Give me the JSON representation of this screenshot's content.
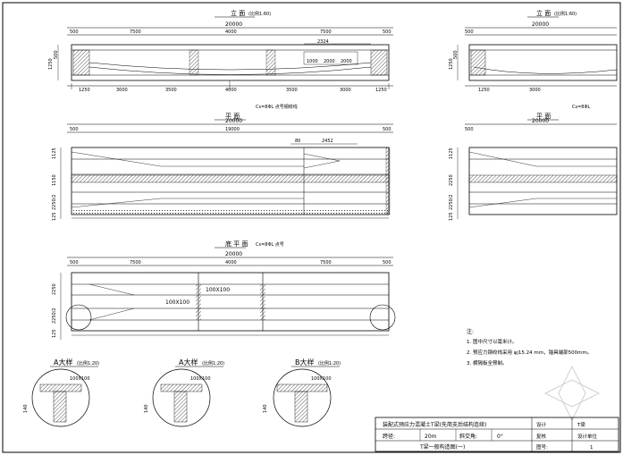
{
  "views": {
    "elevation_top": {
      "title": "立 面",
      "subtitle": "(比例1:60)",
      "overall": "20000",
      "segments": [
        "500",
        "7500",
        "4000",
        "7500",
        "500"
      ],
      "bottom_dims": [
        "1250",
        "3000",
        "3500",
        "4000",
        "3500",
        "3000",
        "1250"
      ],
      "sub_dim": "2324",
      "height_dims": [
        "1250",
        "500"
      ],
      "mid_dims": [
        "1000",
        "2000",
        "2000"
      ]
    },
    "plan_top": {
      "title": "平 面",
      "subtitle": "(比例1:60)",
      "overall": "20000",
      "inner": "19000",
      "edge_left": "500",
      "edge_right": "500",
      "sub_dims": [
        "80",
        "2452"
      ],
      "left_dims": [
        "1125",
        "1150",
        "2250/2",
        "125"
      ],
      "note": "Cs=8ΦL 点号钢绞线"
    },
    "plan_bottom": {
      "title": "底 平 面",
      "overall": "20000",
      "segments": [
        "500",
        "7500",
        "4000",
        "7500",
        "500"
      ],
      "left_dims": [
        "2250",
        "2250/2",
        "125"
      ],
      "labels": [
        "100X100",
        "100X100"
      ],
      "note": "Cs=8ΦL 点号"
    },
    "side_elevation": {
      "title": "立 面",
      "subtitle": "(比例1:60)",
      "overall": "20000",
      "left_edge": "500",
      "dims": [
        "3000",
        "1250"
      ],
      "height_dims": [
        "1250",
        "500"
      ]
    },
    "side_plan": {
      "title": "平 面",
      "overall": "20000",
      "left_edge": "500",
      "left_dims": [
        "1125",
        "2250",
        "2250/2",
        "125"
      ],
      "note": "Cs=8ΦL"
    },
    "details": [
      {
        "title": "A大样",
        "subtitle": "(比例1:20)",
        "dim": "100X100",
        "height": "140"
      },
      {
        "title": "A大样",
        "subtitle": "(比例1:20)",
        "dim": "100X100",
        "height": "140"
      },
      {
        "title": "B大样",
        "subtitle": "(比例1:20)",
        "dim": "100X100",
        "height": "140"
      }
    ]
  },
  "notes": {
    "heading": "注:",
    "items": [
      "1. 图中尺寸以毫米计。",
      "2. 预应力钢绞线采用 φj15.24 mm，锚具端部500mm。",
      "3. 横隔板全预制。"
    ]
  },
  "title_block": {
    "project": "装配式预应力混凝土T梁(先简支后结构连续)",
    "span_label": "跨径:",
    "span_value": "20m",
    "skew_label": "斜交角:",
    "skew_value": "0°",
    "drawing_name": "T梁一般构造图(一)",
    "design_label": "设计",
    "design_value": "T梁",
    "check_label": "复核",
    "check_value": "设计单位",
    "sheet_label": "图号:",
    "sheet_value": "1"
  },
  "colors": {
    "line": "#000000",
    "paper": "#ffffff",
    "hatch": "#555555"
  }
}
